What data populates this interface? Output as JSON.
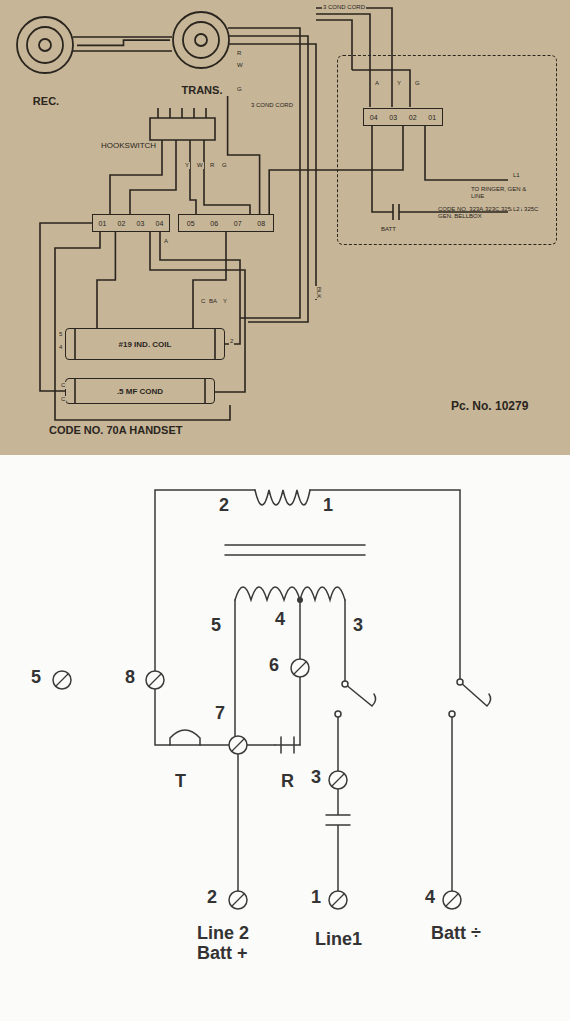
{
  "diagram": {
    "nodes": [
      {
        "text": [
          "REC."
        ]
      },
      {
        "text": [
          "TRANS."
        ]
      },
      {
        "text": [
          "01",
          "02",
          "03",
          "04"
        ]
      },
      {
        "text": [
          "05",
          "06",
          "07",
          "08"
        ]
      },
      {
        "text": [
          "CODE NO. 323A,323C,325A, & 325C GEN. BELLBOX"
        ]
      },
      {
        "text": [
          "04",
          "03",
          "02",
          "01"
        ],
        "in": 4
      },
      {
        "text": [
          "#19 IND. COIL"
        ]
      },
      {
        "text": [
          ".5 MF COND"
        ]
      }
    ],
    "edges": [
      {
        "from": 0,
        "to": 1,
        "arrow": "none"
      },
      {
        "from": 1,
        "to": 3,
        "arrow": "none"
      },
      {
        "from": 3,
        "to": 5,
        "arrow": "none"
      },
      {
        "from": 6,
        "to": 2,
        "arrow": "none"
      },
      {
        "from": 6,
        "to": 3,
        "arrow": "none"
      },
      {
        "from": 7,
        "to": 2,
        "arrow": "none"
      }
    ],
    "labels": [
      "3 COND CORD",
      "3 COND CORD",
      "HOOKSWITCH",
      "R",
      "W",
      "G",
      "A",
      "Y",
      "G",
      "TO RINGER, GEN & LINE",
      "L1",
      "L2",
      "BATT",
      "Y",
      "W",
      "R",
      "G",
      "A",
      "C",
      "BA",
      "Y",
      "BLK",
      "5",
      "4",
      "2",
      "C",
      "C",
      "CODE NO. 70A HANDSET",
      "Pc. No. 10279",
      "2",
      "1",
      "5",
      "4",
      "3",
      "5",
      "8",
      "7",
      "6",
      "T",
      "R",
      "3",
      "2",
      "1",
      "4",
      "Line 2 Batt +",
      "Line1",
      "Batt ÷"
    ]
  }
}
